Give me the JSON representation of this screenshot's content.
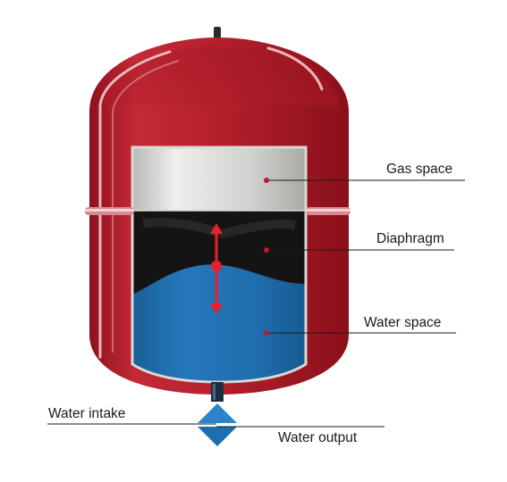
{
  "labels": {
    "gas_space": "Gas space",
    "diaphragm": "Diaphragm",
    "water_space": "Water space",
    "water_intake": "Water intake",
    "water_output": "Water output"
  },
  "colors": {
    "vessel_red": "#b01e2a",
    "gas_grey": "#c8c8c6",
    "diaphragm_black": "#141414",
    "water_blue": "#1f6eaf",
    "arrow_red": "#e8202c",
    "valve_blue": "#1d6fb0"
  }
}
